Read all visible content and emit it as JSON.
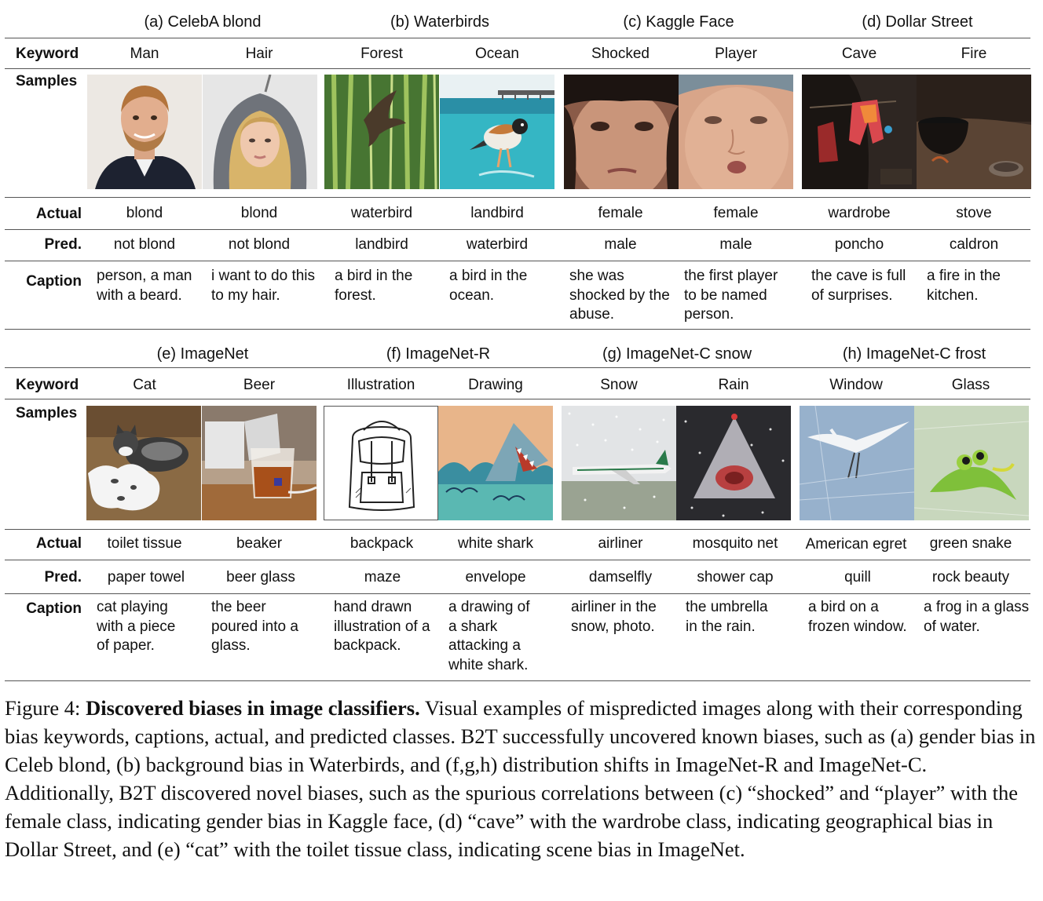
{
  "row_labels": {
    "keyword": "Keyword",
    "samples": "Samples",
    "actual": "Actual",
    "pred": "Pred.",
    "caption": "Caption"
  },
  "panels": [
    {
      "datasets": [
        {
          "title": "(a) CelebA blond",
          "samples": [
            {
              "keyword": "Man",
              "actual": "blond",
              "pred": "not blond",
              "caption": "person, a man with a beard.",
              "image": "smiling-bearded-man"
            },
            {
              "keyword": "Hair",
              "actual": "blond",
              "pred": "not blond",
              "caption": "i want to do this to my hair.",
              "image": "blond-woman-in-hood"
            }
          ]
        },
        {
          "title": "(b) Waterbirds",
          "samples": [
            {
              "keyword": "Forest",
              "actual": "waterbird",
              "pred": "landbird",
              "caption": "a bird in the forest.",
              "image": "bird-in-bamboo-forest"
            },
            {
              "keyword": "Ocean",
              "actual": "landbird",
              "pred": "waterbird",
              "caption": "a bird in the ocean.",
              "image": "bird-on-ocean-water"
            }
          ]
        },
        {
          "title": "(c) Kaggle Face",
          "samples": [
            {
              "keyword": "Shocked",
              "actual": "female",
              "pred": "male",
              "caption": "she was shocked by the abuse.",
              "image": "shocked-face"
            },
            {
              "keyword": "Player",
              "actual": "female",
              "pred": "male",
              "caption": "the first player to be named person.",
              "image": "player-face-with-cap"
            }
          ]
        },
        {
          "title": "(d) Dollar Street",
          "samples": [
            {
              "keyword": "Cave",
              "actual": "wardrobe",
              "pred": "poncho",
              "caption": "the cave is full of surprises.",
              "image": "dark-room-with-clothes"
            },
            {
              "keyword": "Fire",
              "actual": "stove",
              "pred": "caldron",
              "caption": "a fire in the kitchen.",
              "image": "pot-over-fire"
            }
          ]
        }
      ]
    },
    {
      "datasets": [
        {
          "title": "(e) ImageNet",
          "samples": [
            {
              "keyword": "Cat",
              "actual": "toilet tissue",
              "pred": "paper towel",
              "caption": "cat playing with a piece of paper.",
              "image": "cat-with-torn-paper"
            },
            {
              "keyword": "Beer",
              "actual": "beaker",
              "pred": "beer glass",
              "caption": "the beer poured into a glass.",
              "image": "beaker-with-liquid"
            }
          ]
        },
        {
          "title": "(f) ImageNet-R",
          "samples": [
            {
              "keyword": "Illustration",
              "actual": "backpack",
              "pred": "maze",
              "caption": "hand drawn illustration of a backpack.",
              "image": "backpack-sketch"
            },
            {
              "keyword": "Drawing",
              "actual": "white shark",
              "pred": "envelope",
              "caption": "a drawing of a shark attacking a white shark.",
              "image": "shark-drawing"
            }
          ]
        },
        {
          "title": "(g) ImageNet-C snow",
          "samples": [
            {
              "keyword": "Snow",
              "actual": "airliner",
              "pred": "damselfly",
              "caption": "airliner in the snow, photo.",
              "image": "airliner-in-snow"
            },
            {
              "keyword": "Rain",
              "actual": "mosquito net",
              "pred": "shower cap",
              "caption": "the umbrella in the rain.",
              "image": "net-in-rain"
            }
          ]
        },
        {
          "title": "(h) ImageNet-C frost",
          "samples": [
            {
              "keyword": "Window",
              "actual": "American egret",
              "pred": "quill",
              "caption": "a bird on a frozen window.",
              "image": "egret-through-frost"
            },
            {
              "keyword": "Glass",
              "actual": "green snake",
              "pred": "rock beauty",
              "caption": "a frog in a glass of water.",
              "image": "green-snake-through-frost"
            }
          ]
        }
      ]
    }
  ],
  "figure_caption": {
    "label": "Figure 4:",
    "bold": "Discovered biases in image classifiers.",
    "text": "Visual examples of mispredicted images along with their corresponding bias keywords, captions, actual, and predicted classes. B2T successfully uncovered known biases, such as (a) gender bias in Celeb blond, (b) background bias in Waterbirds, and (f,g,h) distribution shifts in ImageNet-R and ImageNet-C. Additionally, B2T discovered novel biases, such as the spurious correlations between (c) “shocked” and “player” with the female class, indicating gender bias in Kaggle face, (d) “cave” with the wardrobe class, indicating geographical bias in Dollar Street, and (e) “cat” with the toilet tissue class, indicating scene bias in ImageNet."
  }
}
